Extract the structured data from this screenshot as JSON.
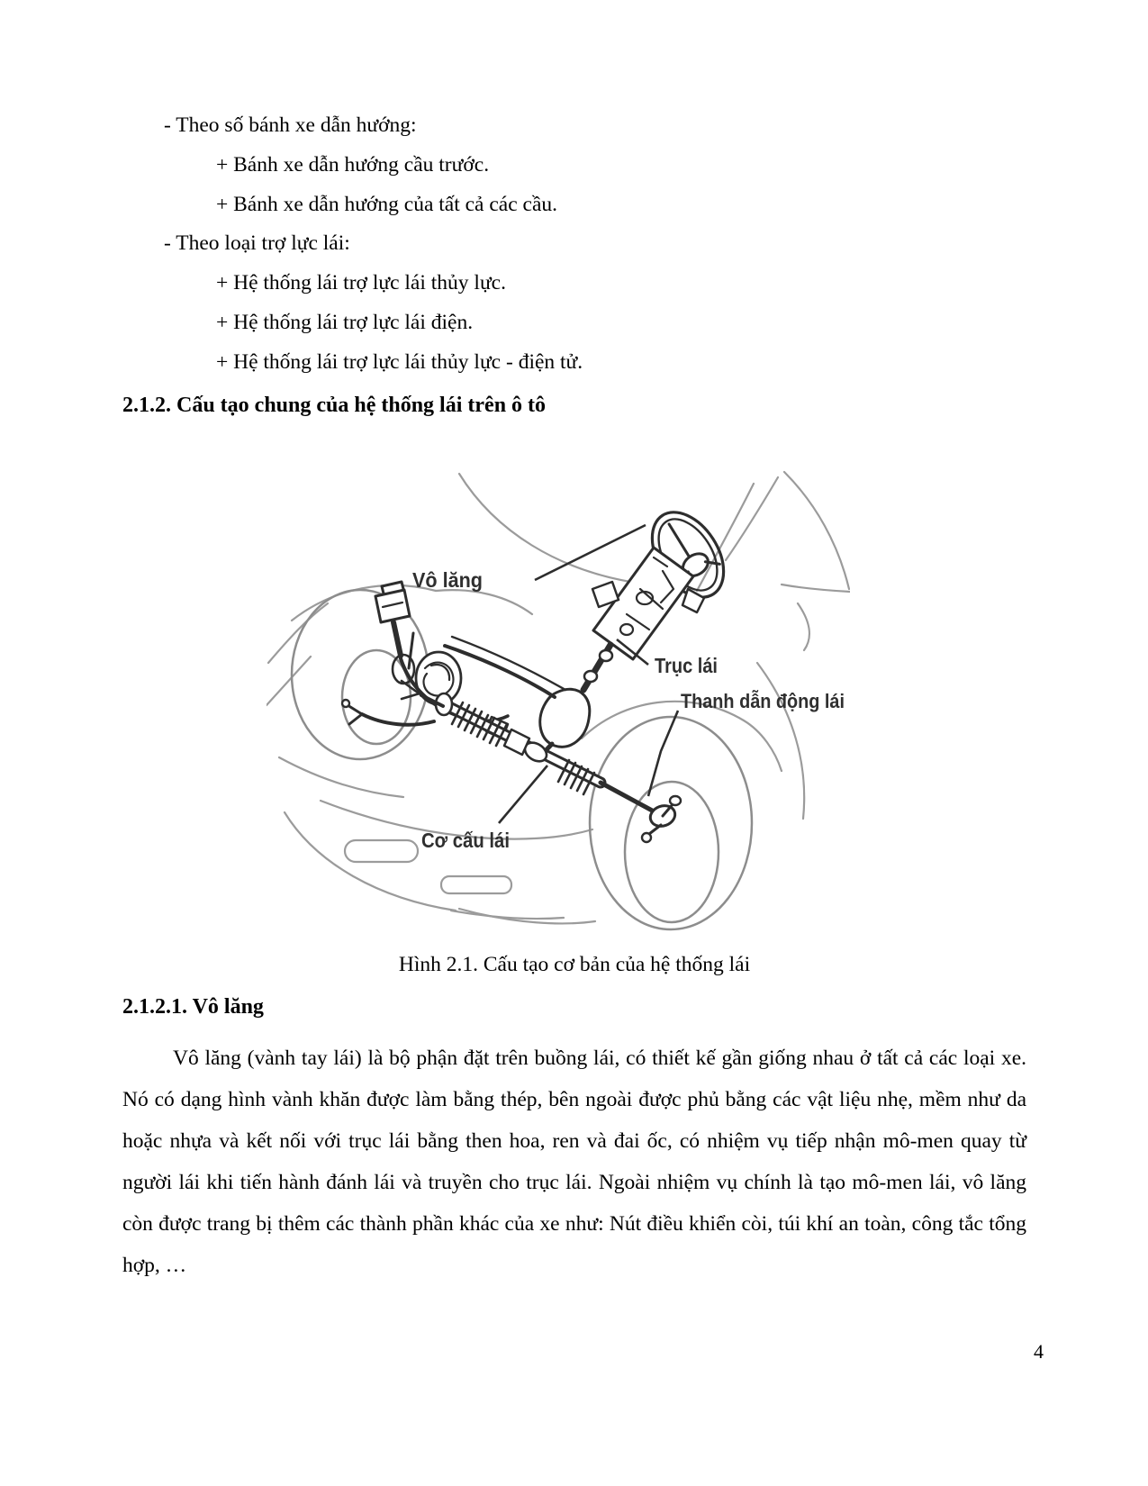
{
  "page": {
    "number": "4"
  },
  "classification_list": [
    "- Theo số bánh xe dẫn hướng:",
    "+ Bánh xe dẫn hướng cầu trước.",
    "+ Bánh xe dẫn hướng của tất cả các cầu.",
    "- Theo loại trợ lực lái:",
    "+ Hệ thống lái trợ lực lái thủy lực.",
    "+ Hệ thống lái trợ lực lái điện.",
    "+ Hệ thống lái trợ lực lái thủy lực - điện tử."
  ],
  "sections": {
    "heading_212": "2.1.2. Cấu tạo chung của hệ thống lái trên ô tô",
    "heading_2121": "2.1.2.1. Vô lăng",
    "paragraph": "Vô lăng (vành tay lái) là bộ phận đặt trên buồng lái, có thiết kế gần giống nhau ở tất cả các loại xe. Nó có dạng hình vành khăn được làm bằng thép, bên ngoài được phủ bằng các vật liệu nhẹ, mềm như da hoặc nhựa và kết nối với trục lái bằng then hoa, ren và đai ốc, có nhiệm vụ tiếp nhận mô-men quay từ người lái khi tiến hành đánh lái và truyền cho trục lái. Ngoài nhiệm vụ chính là tạo mô-men lái, vô lăng còn được trang bị thêm các thành phần khác của xe như: Nút điều khiển còi, túi khí an toàn, công tắc tổng hợp, …"
  },
  "figure": {
    "caption": "Hình 2.1. Cấu tạo cơ bản của hệ thống lái",
    "labels": {
      "steering_wheel": "Vô lăng",
      "steering_shaft": "Trục lái",
      "steering_linkage": "Thanh dẫn động lái",
      "steering_gear": "Cơ cấu lái"
    }
  }
}
